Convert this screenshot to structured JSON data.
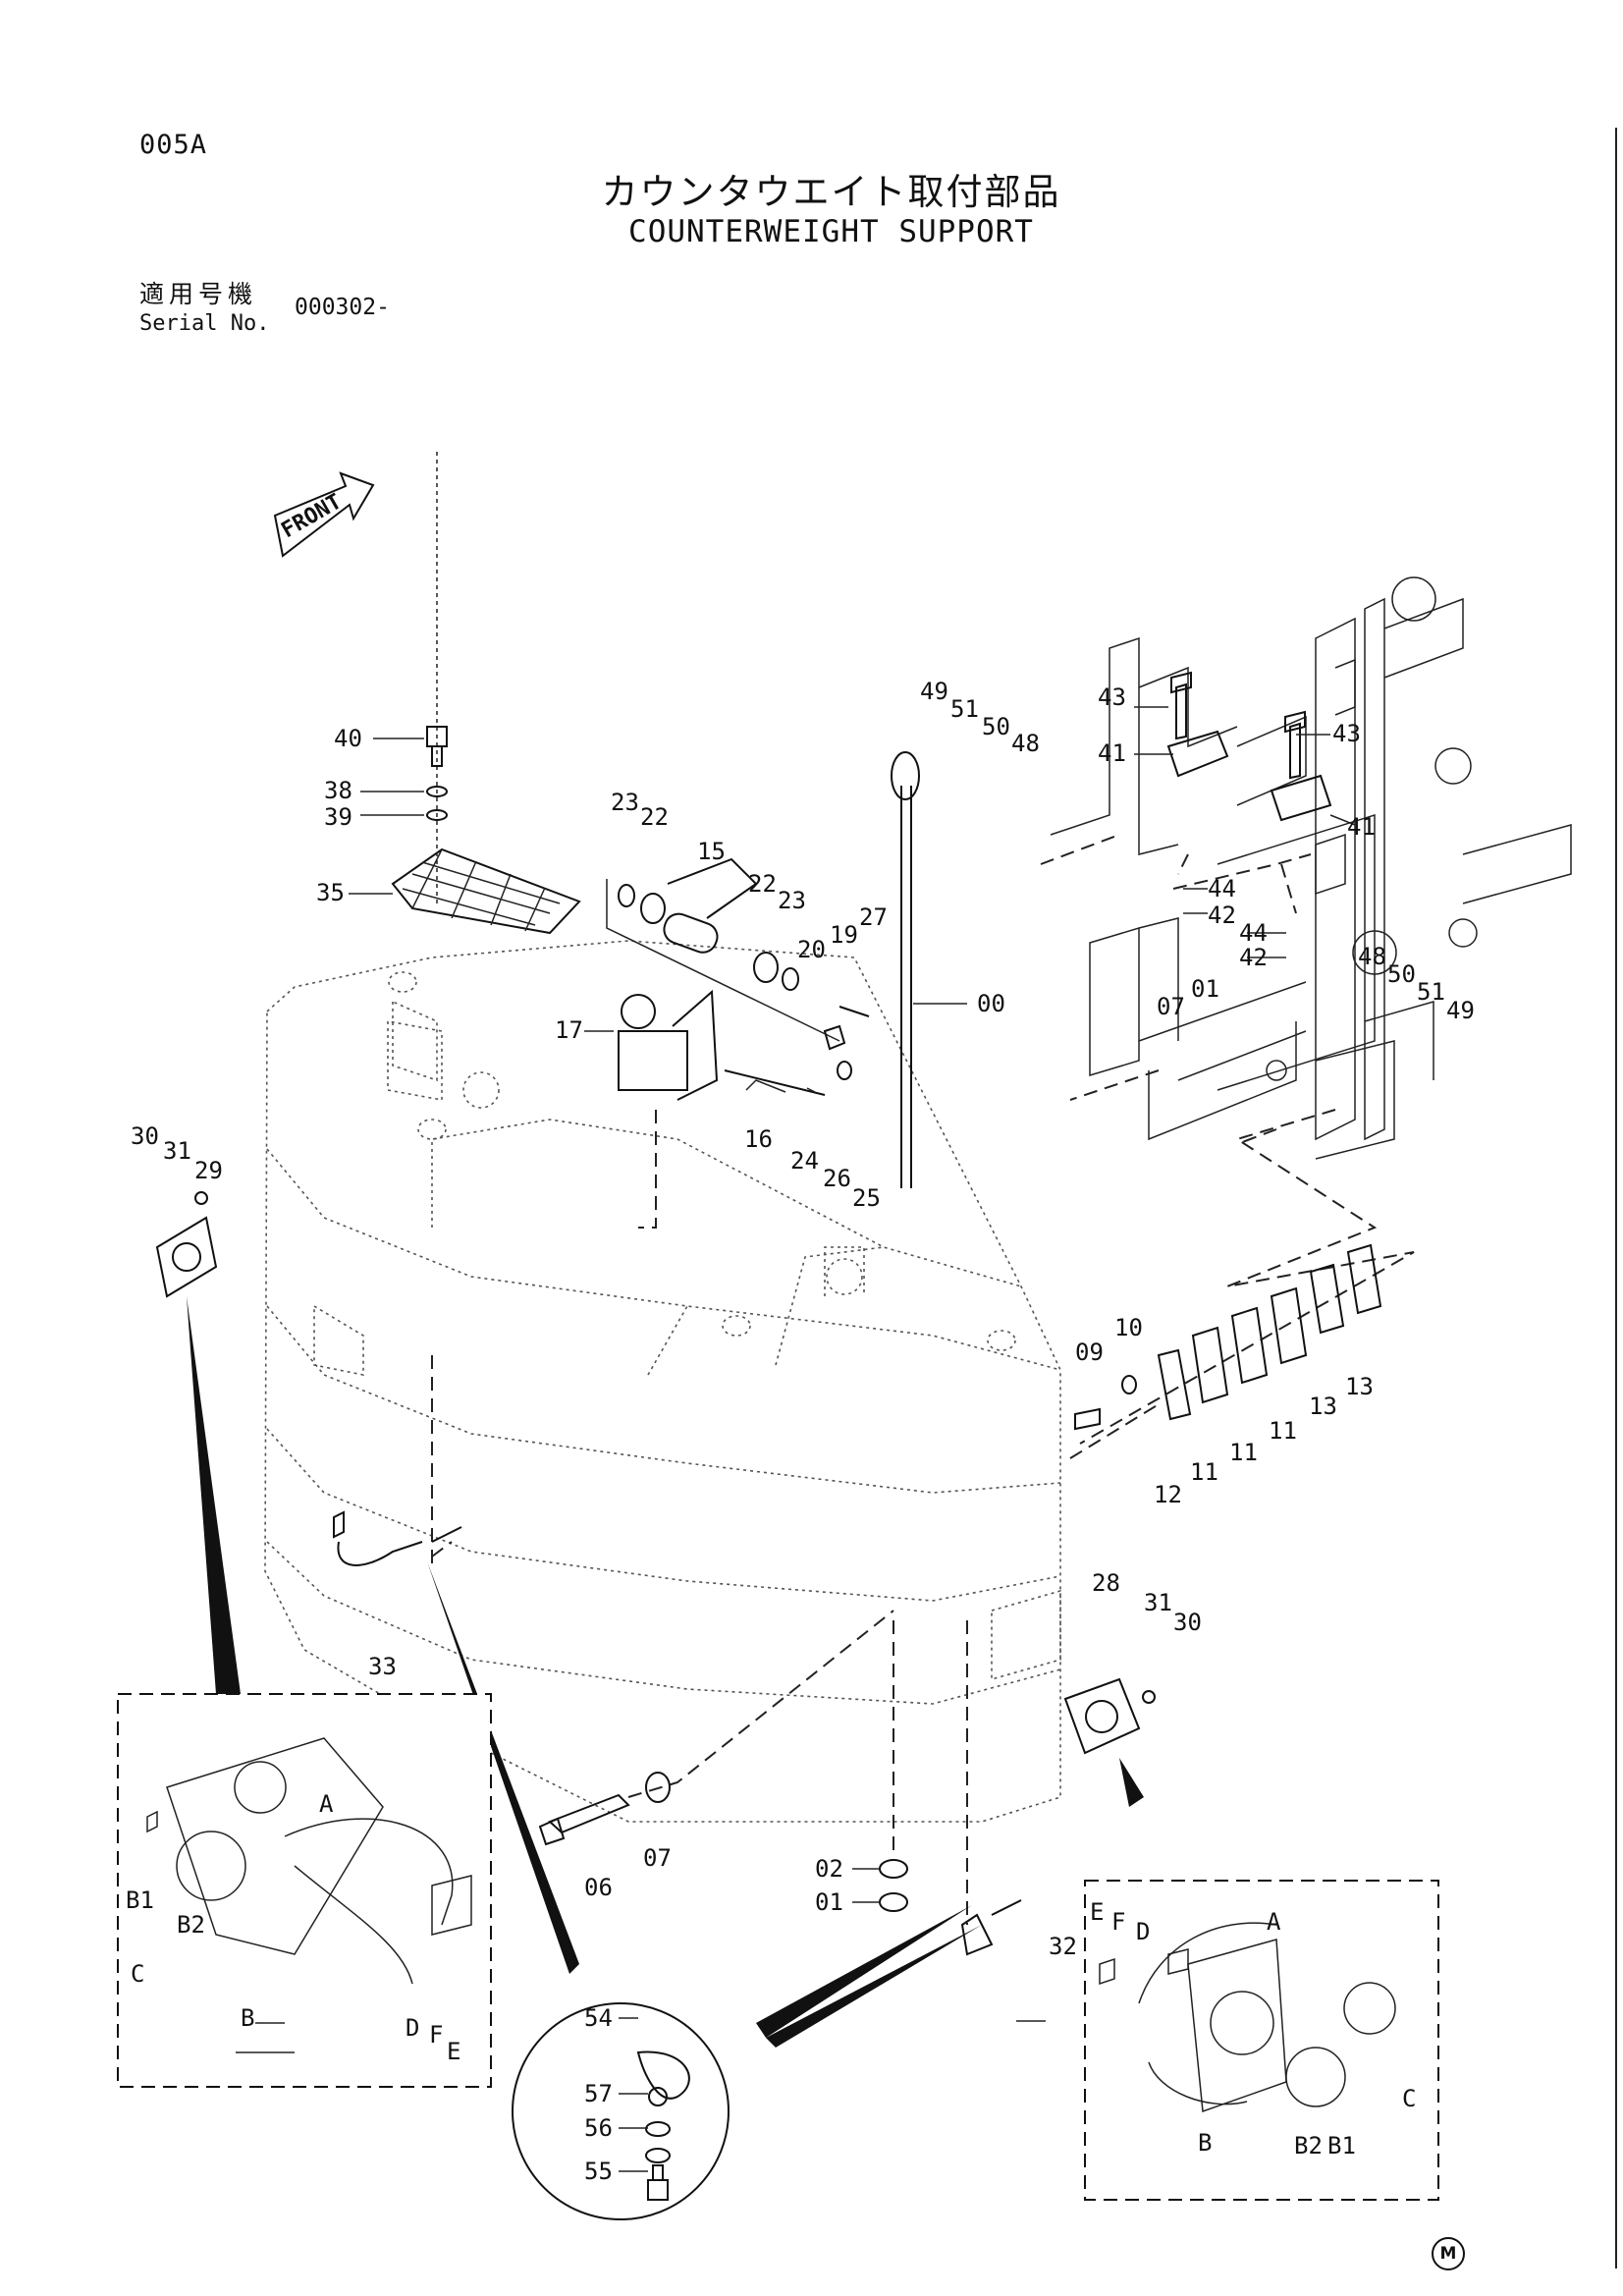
{
  "page_code": "005A",
  "title_ja": "カウンタウエイト取付部品",
  "title_en": "COUNTERWEIGHT SUPPORT",
  "serial": {
    "label_ja": "適用号機",
    "label_en": "Serial No.",
    "value": "000302-"
  },
  "front_label": "FRONT",
  "corner_mark": "M",
  "callouts": {
    "c40": "40",
    "c38": "38",
    "c39": "39",
    "c35": "35",
    "c23a": "23",
    "c22a": "22",
    "c15": "15",
    "c22b": "22",
    "c23b": "23",
    "c20": "20",
    "c19": "19",
    "c27": "27",
    "c17": "17",
    "c16": "16",
    "c24": "24",
    "c26": "26",
    "c25": "25",
    "c00": "00",
    "c49a": "49",
    "c51a": "51",
    "c50a": "50",
    "c48a": "48",
    "c43a": "43",
    "c43b": "43",
    "c41a": "41",
    "c41b": "41",
    "c44a": "44",
    "c42a": "42",
    "c44b": "44",
    "c42b": "42",
    "c48b": "48",
    "c50b": "50",
    "c51b": "51",
    "c49b": "49",
    "c07a": "07",
    "c01a": "01",
    "c09": "09",
    "c10": "10",
    "c12": "12",
    "c11a": "11",
    "c11b": "11",
    "c11c": "11",
    "c13a": "13",
    "c13b": "13",
    "c30a": "30",
    "c31a": "31",
    "c29": "29",
    "c33": "33",
    "c06": "06",
    "c07b": "07",
    "c02": "02",
    "c01b": "01",
    "c32": "32",
    "c28": "28",
    "c31b": "31",
    "c30b": "30",
    "c54": "54",
    "c57": "57",
    "c56": "56",
    "c55": "55"
  },
  "detail_left": {
    "A": "A",
    "B1": "B1",
    "B2": "B2",
    "C": "C",
    "B": "B",
    "D": "D",
    "F": "F",
    "E": "E"
  },
  "detail_right": {
    "E": "E",
    "F": "F",
    "D": "D",
    "A": "A",
    "C": "C",
    "B": "B",
    "B2": "B2",
    "B1": "B1"
  }
}
